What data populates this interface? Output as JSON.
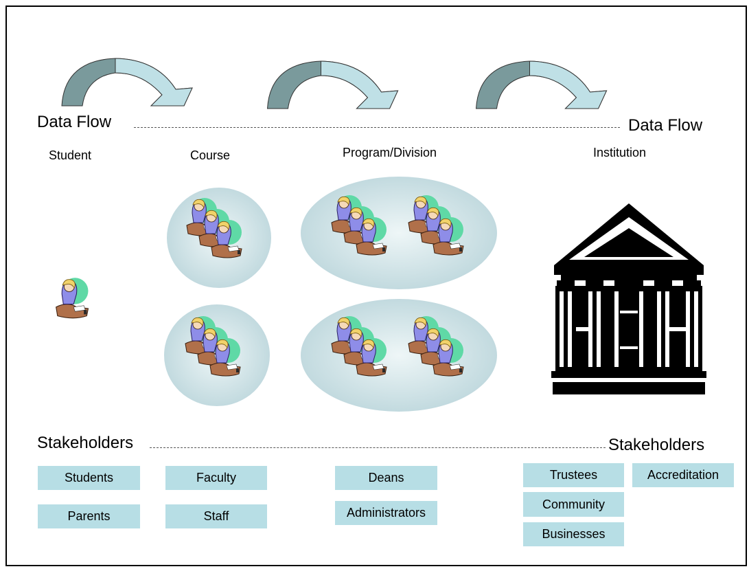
{
  "data_flow": {
    "left_label": "Data Flow",
    "right_label": "Data Flow"
  },
  "levels": [
    "Student",
    "Course",
    "Program/Division",
    "Institution"
  ],
  "stakeholders": {
    "left_label": "Stakeholders",
    "right_label": "Stakeholders",
    "boxes": [
      "Students",
      "Parents",
      "Faculty",
      "Staff",
      "Deans",
      "Administrators",
      "Trustees",
      "Community",
      "Businesses",
      "Accreditation"
    ]
  },
  "colors": {
    "arrow_dark": "#7a9a9c",
    "arrow_light": "#bfe0e6",
    "box_fill": "#b7dee5",
    "group_fill": "#d4e6ea"
  },
  "icons": [
    "curved-arrow-icon",
    "student-at-desk-icon",
    "institution-building-icon"
  ]
}
